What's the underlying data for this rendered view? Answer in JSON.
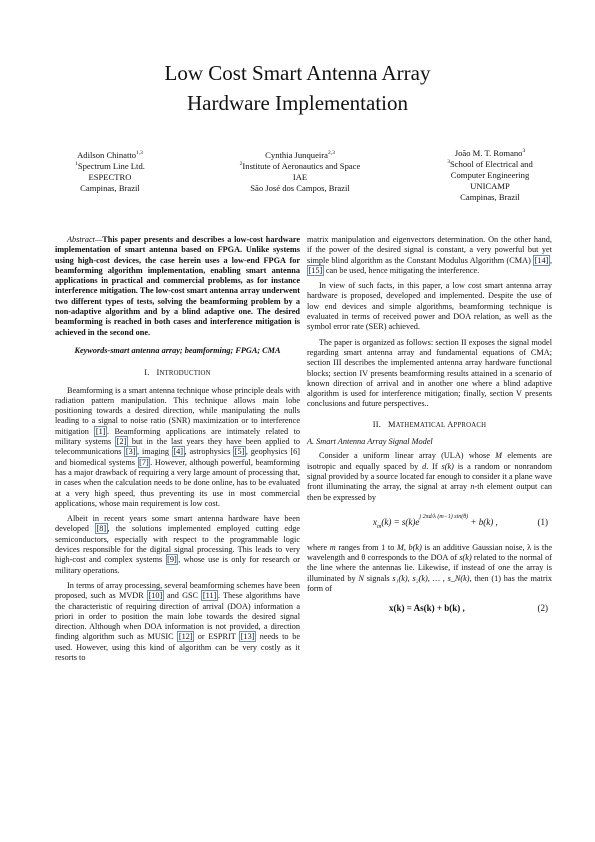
{
  "title": {
    "line1": "Low Cost Smart Antenna Array",
    "line2": "Hardware Implementation"
  },
  "authors": [
    {
      "name": "Adilson Chinatto",
      "sup": "1,3",
      "aff_sup": "1",
      "lines": [
        "Spectrum Line Ltd.",
        "ESPECTRO",
        "Campinas, Brazil"
      ]
    },
    {
      "name": "Cynthia Junqueira",
      "sup": "2,3",
      "aff_sup": "2",
      "lines": [
        "Institute of Aeronautics and Space",
        "IAE",
        "São José dos Campos, Brazil"
      ]
    },
    {
      "name": "João M. T. Romano",
      "sup": "3",
      "aff_sup": "3",
      "lines": [
        "School of Electrical and",
        "Computer Engineering",
        "UNICAMP",
        "Campinas, Brazil"
      ]
    }
  ],
  "abstract": {
    "lead": "Abstract—",
    "text": "This paper presents and describes a low-cost hardware implementation of smart antenna based on FPGA. Unlike systems using high-cost devices, the case herein uses a low-end FPGA for beamforming algorithm implementation, enabling smart antenna applications in practical and commercial problems, as for instance interference mitigation. The low-cost smart antenna array underwent two different types of tests, solving the beamforming problem by a non-adaptive algorithm and by a blind adaptive one. The desired beamforming is reached in both cases and interference mitigation is achieved in the second one."
  },
  "keywords": "Keywords-smart antenna array; beamforming; FPGA; CMA",
  "sections": {
    "intro": {
      "num": "I.",
      "first": "I",
      "rest": "NTRODUCTION"
    },
    "math": {
      "num": "II.",
      "first1": "M",
      "rest1": "ATHEMATICAL",
      "first2": "A",
      "rest2": "PPROACH"
    },
    "sub_a": "A.   Smart Antenna Array Signal Model"
  },
  "intro_p1": {
    "t1": "Beamforming is a smart antenna technique whose principle deals with radiation pattern manipulation. This technique allows main lobe positioning towards a desired direction, while manipulating the nulls leading to a signal to noise ratio (SNR) maximization or to interference mitigation ",
    "c1": "[1]",
    "t2": ". Beamforming applications are intimately related to military systems ",
    "c2": "[2]",
    "t3": " but in the last years they have been applied to telecommunications ",
    "c3": "[3]",
    "t4": ", imaging ",
    "c4": "[4]",
    "t5": ", astrophysics ",
    "c5": "[5]",
    "t6": ", geophysics [6] and biomedical systems ",
    "c6": "[7]",
    "t7": ". However, although powerful, beamforming has a major drawback of requiring a very large amount of processing that, in cases when the calculation needs to be done online, has to be evaluated at a very high speed, thus preventing its use in most commercial applications, whose main requirement is low cost."
  },
  "intro_p2": {
    "t1": "Albeit in recent years some smart antenna hardware have been developed ",
    "c1": "[8]",
    "t2": ", the solutions implemented employed cutting edge semiconductors, especially with respect to the programmable logic devices responsible for the digital signal processing. This leads to very high-cost and complex systems ",
    "c2": "[9]",
    "t3": ", whose use is only for research or military operations."
  },
  "intro_p3": {
    "t1": "In terms of array processing, several beamforming schemes have been proposed, such as MVDR ",
    "c1": "[10]",
    "t2": " and GSC ",
    "c2": "[11]",
    "t3": ". These algorithms have the characteristic of requiring direction of arrival (DOA) information a priori in order to position the main lobe towards the desired signal direction. Although when DOA information is not provided, a direction finding algorithm such as MUSIC ",
    "c3": "[12]",
    "t4": " or ESPRIT ",
    "c4": "[13]",
    "t5": " needs to be used. However, using this kind of algorithm can be very costly as it resorts to"
  },
  "right_p1": {
    "t1": "matrix manipulation and eigenvectors determination. On the other hand, if the power of the desired signal is constant, a very powerful but yet simple blind algorithm as the Constant Modulus Algorithm (CMA) ",
    "c1": "[14]",
    "t2": ", ",
    "c2": "[15]",
    "t3": " can be used, hence mitigating the interference."
  },
  "right_p2": "In view of such facts, in this paper, a low cost smart antenna array hardware is proposed, developed and implemented. Despite the use of low end devices and simple algorithms, beamforming technique is evaluated in terms of received power and DOA relation, as well as the symbol error rate (SER) achieved.",
  "right_p3": "The paper is organized as follows: section II exposes the signal model regarding smart antenna array and fundamental equations of CMA; section III describes the implemented antenna array hardware functional blocks; section IV presents beamforming results attained in a scenario of known direction of arrival and in another one where a blind adaptive algorithm is used for interference mitigation; finally, section V presents conclusions and future perspectives..",
  "math_p1": {
    "t1": "Consider a uniform linear array (ULA) whose ",
    "v1": "M",
    "t2": " elements are isotropic and equally spaced by ",
    "v2": "d",
    "t3": ". If ",
    "v3": "s(k)",
    "t4": " is a random or nonrandom signal provided by a source located far enough to consider it a plane wave front illuminating the array, the signal at array ",
    "v4": "n",
    "t5": "-th element output can then be expressed by"
  },
  "eq1": {
    "lhs": "x",
    "sub": "m",
    "mid": "(k) = s(k)e",
    "exp": "j 2πd/λ (m−1) sin(θ)",
    "tail": " + b(k) ,",
    "num": "(1)"
  },
  "math_p2": {
    "t1": "where ",
    "v1": "m",
    "t2": " ranges from 1 to ",
    "v2": "M",
    "t3": ", ",
    "v3": "b(k)",
    "t4": " is an additive Gaussian noise, λ is the wavelength and θ corresponds to the DOA of ",
    "v4": "s(k)",
    "t5": " related to the normal of the line where the antennas lie. Likewise, if instead of one the array is illuminated by ",
    "v5": "N",
    "t6": " signals ",
    "v6": "s₁(k), s₂(k), … , s_N(k)",
    "t7": ", then (1) has the matrix form of"
  },
  "eq2": {
    "expr": "x(k) = As(k) + b(k) ,",
    "num": "(2)"
  }
}
